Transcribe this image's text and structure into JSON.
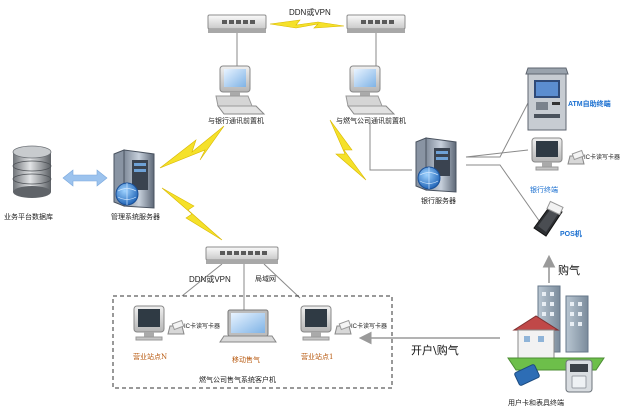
{
  "labels": {
    "ddn_top": "DDN或VPN",
    "bank_comm_pc": "与银行通讯前置机",
    "gas_comm_pc": "与燃气公司通讯前置机",
    "atm": "ATM自助终端",
    "ic_reader_bank": "IC卡读写卡器",
    "bank_terminal": "银行终端",
    "bank_server": "银行服务器",
    "pos": "POS机",
    "db": "业务平台数据库",
    "mgmt_server": "管理系统服务器",
    "ddn_bottom": "DDN或VPN",
    "lan": "局域网",
    "purchase": "购气",
    "ic_reader_left": "IC卡读写卡器",
    "ic_reader_right": "IC卡读写卡器",
    "site_n": "营业站点N",
    "mobile_gas": "移动售气",
    "site_1": "营业站点1",
    "open_purchase": "开户\\购气",
    "client_group": "燃气公司售气系统客户机",
    "user_meter": "用户卡和表具终端"
  },
  "colors": {
    "line": "#8a8a8a",
    "lightning": "#f5e12a",
    "lightning_stroke": "#d9b800",
    "blue_label": "#1a6fd0",
    "arrow_db": "#9cc3ee"
  },
  "icons": [
    "database-icon",
    "server-icon",
    "switch-icon",
    "desktop-icon",
    "laptop-icon",
    "atm-icon",
    "pos-icon",
    "card-reader-icon",
    "building-icon",
    "gas-meter-icon"
  ]
}
